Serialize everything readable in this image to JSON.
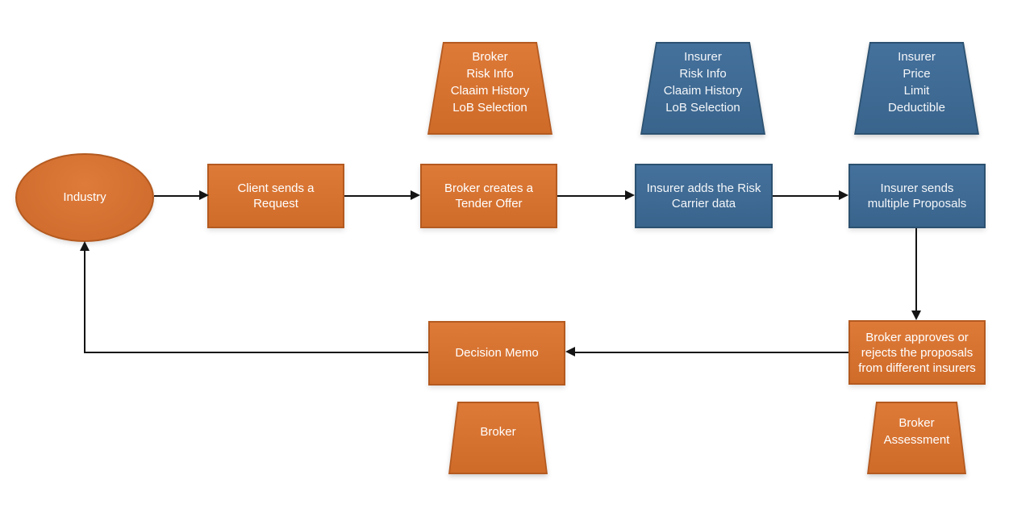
{
  "colors": {
    "orange_fill": "#D6722F",
    "orange_border": "#B45A20",
    "blue_fill": "#3D6A94",
    "blue_border": "#2C5170",
    "shape_text": "#FFFFFF",
    "arrow": "#141414"
  },
  "nodes": {
    "industry": {
      "label": "Industry"
    },
    "client_request": {
      "label": "Client sends a Request"
    },
    "broker_tender": {
      "label": "Broker creates a Tender Offer"
    },
    "insurer_risk_carrier": {
      "label": "Insurer adds the Risk Carrier data"
    },
    "insurer_proposals": {
      "label": "Insurer sends multiple Proposals"
    },
    "broker_decision": {
      "label": "Broker approves or rejects the proposals from different insurers"
    },
    "decision_memo": {
      "label": "Decision Memo"
    },
    "broker_inputs": {
      "lines": [
        "Broker",
        "Risk Info",
        "Claaim History",
        "LoB Selection"
      ]
    },
    "insurer_inputs": {
      "lines": [
        "Insurer",
        "Risk Info",
        "Claaim History",
        "LoB Selection"
      ]
    },
    "insurer_terms": {
      "lines": [
        "Insurer",
        "Price",
        "Limit",
        "Deductible"
      ]
    },
    "broker_doc": {
      "label": "Broker"
    },
    "broker_assessment": {
      "lines": [
        "Broker",
        "Assessment"
      ]
    }
  }
}
